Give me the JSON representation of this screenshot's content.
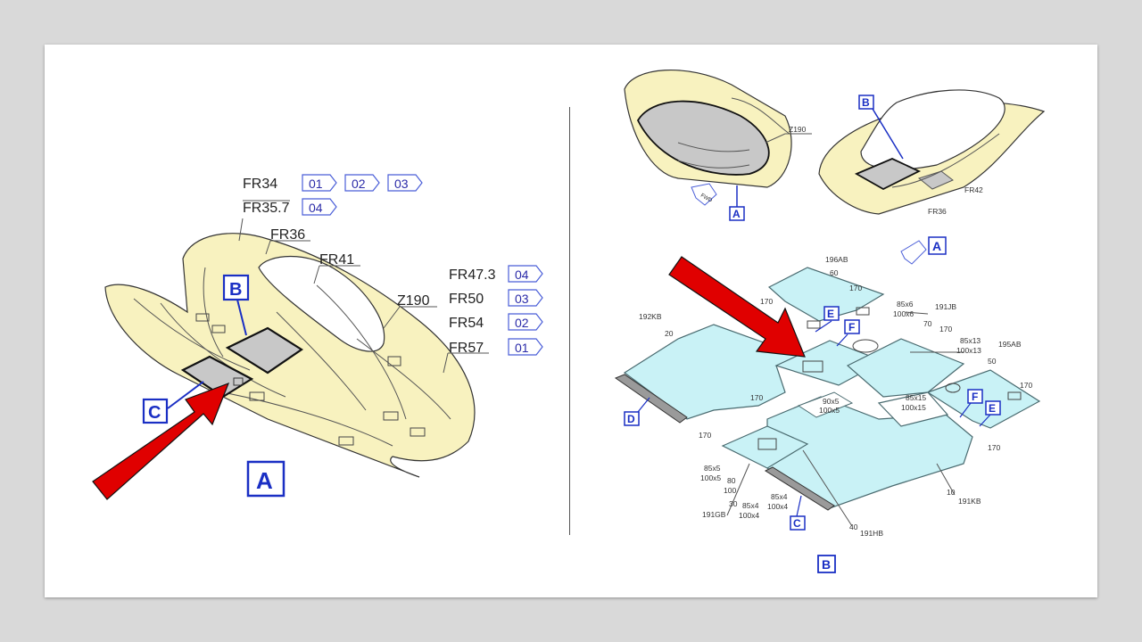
{
  "left_diagram": {
    "frames": [
      {
        "label": "FR34",
        "tags": [
          "01",
          "02",
          "03"
        ]
      },
      {
        "label": "FR35.7",
        "tags": [
          "04"
        ]
      },
      {
        "label": "FR36",
        "tags": []
      },
      {
        "label": "FR41",
        "tags": []
      },
      {
        "label": "FR47.3",
        "tags": [
          "04"
        ]
      },
      {
        "label": "FR50",
        "tags": [
          "03"
        ]
      },
      {
        "label": "FR54",
        "tags": [
          "02"
        ]
      },
      {
        "label": "FR57",
        "tags": [
          "01"
        ]
      }
    ],
    "zone": "Z190",
    "callouts": [
      "B",
      "C"
    ],
    "view_label": "A"
  },
  "right_top": {
    "zone": "Z190",
    "callouts": [
      "A",
      "B"
    ],
    "frames": [
      "FR42",
      "FR36"
    ],
    "fwd": "FWD",
    "view_label": "A"
  },
  "right_bottom": {
    "panels": [
      "196AB",
      "192KB",
      "191JB",
      "195AB",
      "191KB",
      "191HB",
      "191GB"
    ],
    "numbers": [
      "60",
      "170",
      "170",
      "20",
      "70",
      "170",
      "50",
      "170",
      "170",
      "170",
      "170",
      "80",
      "100",
      "30",
      "40",
      "10"
    ],
    "sizes": [
      "85x6",
      "100x6",
      "85x13",
      "100x13",
      "90x5",
      "100x5",
      "85x15",
      "100x15",
      "85x5",
      "100x5",
      "85x4",
      "100x4",
      "85x4",
      "100x4"
    ],
    "callouts": [
      "E",
      "F",
      "E",
      "F",
      "D",
      "C"
    ],
    "view_label": "B"
  },
  "colors": {
    "callout": "#1a2fc4",
    "arrow": "#e00000",
    "skin": "#f8f2bf",
    "panel": "#c9f2f6",
    "grey": "#c8c8c8"
  }
}
